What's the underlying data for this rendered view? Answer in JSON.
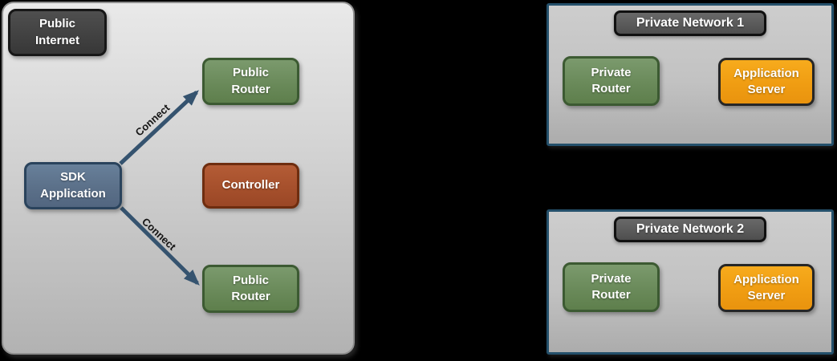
{
  "palette": {
    "background": "#000000",
    "zone_border": "#8f8f8f",
    "zone_fill_top": "#e9e9e9",
    "zone_fill_bottom": "#b2b2b2",
    "panel_border": "#24506b",
    "panel_fill": "#c2c2c2",
    "node_dark_fill": "#414141",
    "node_green_fill": "#6e8e60",
    "node_green_border": "#3c5a32",
    "node_slate_fill": "#5d7289",
    "node_slate_border": "#2a435c",
    "node_rust_fill": "#a8512d",
    "node_rust_border": "#6e2d0f",
    "node_orange_fill": "#f0a018",
    "node_orange_border": "#262626",
    "arrow_color": "#35536f",
    "label_text": "#ffffff",
    "connect_text": "#151515"
  },
  "public_zone": {
    "zone_label": "Public Internet",
    "public_router_top": "Public Router",
    "sdk_application": "SDK Application",
    "controller": "Controller",
    "public_router_bottom": "Public Router",
    "connections": [
      {
        "label": "Connect",
        "from": "SDK Application",
        "to": "Public Router (top)"
      },
      {
        "label": "Connect",
        "from": "SDK Application",
        "to": "Public Router (bottom)"
      }
    ]
  },
  "private_networks": [
    {
      "title": "Private Network 1",
      "private_router": "Private Router",
      "application_server": "Application Server"
    },
    {
      "title": "Private Network 2",
      "private_router": "Private Router",
      "application_server": "Application Server"
    }
  ]
}
